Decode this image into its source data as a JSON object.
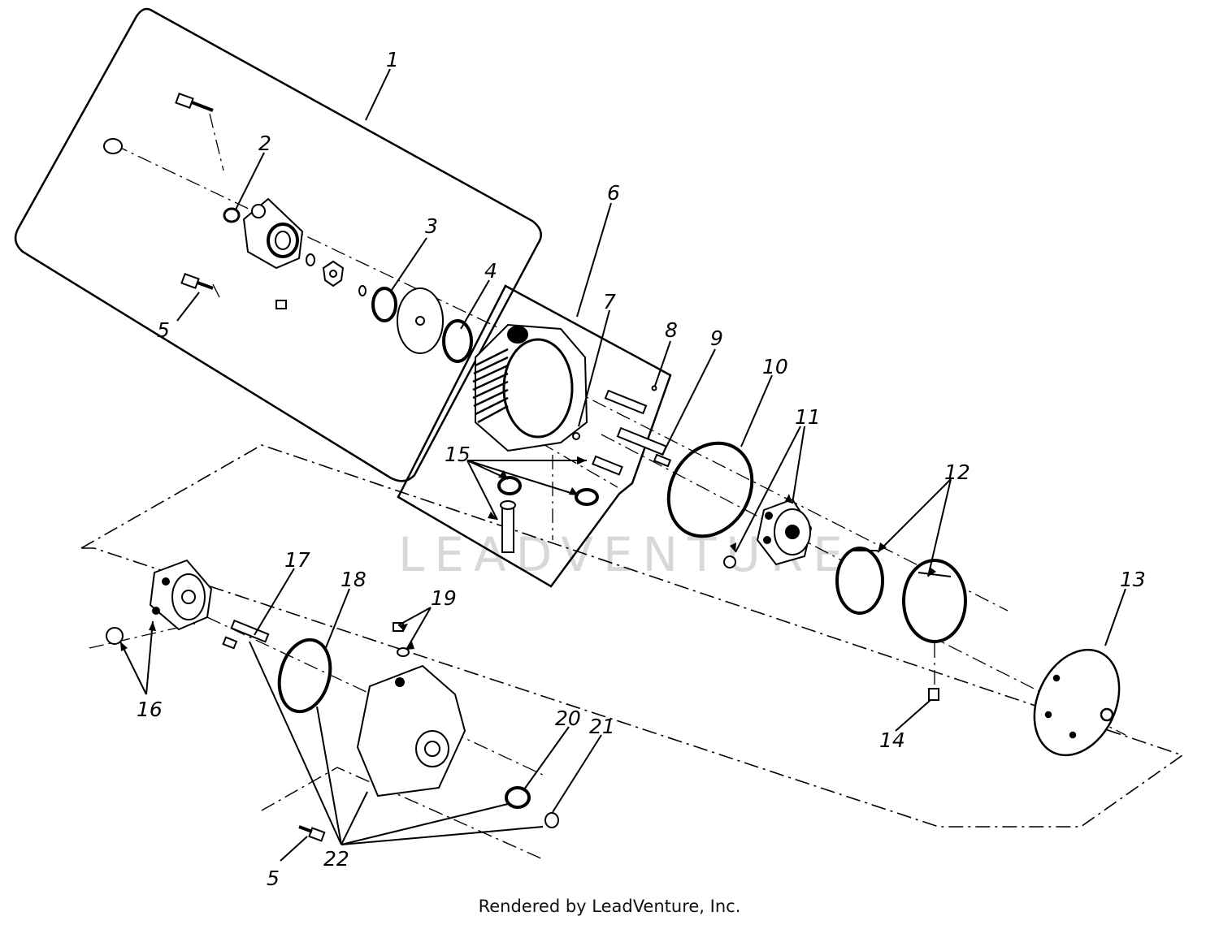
{
  "callouts": {
    "c1": "1",
    "c2": "2",
    "c3": "3",
    "c4": "4",
    "c5a": "5",
    "c5b": "5",
    "c6": "6",
    "c7": "7",
    "c8": "8",
    "c9": "9",
    "c10": "10",
    "c11": "11",
    "c12": "12",
    "c13": "13",
    "c14": "14",
    "c15": "15",
    "c16": "16",
    "c17": "17",
    "c18": "18",
    "c19": "19",
    "c20": "20",
    "c21": "21",
    "c22": "22"
  },
  "watermark": "LEADVENTURE",
  "footer": "Rendered by LeadVenture, Inc."
}
